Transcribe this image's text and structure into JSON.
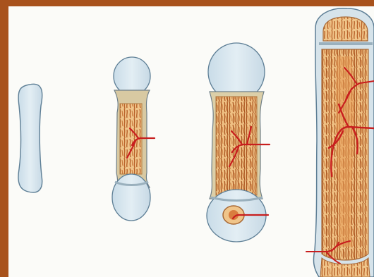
{
  "figure": {
    "stages": [
      {
        "id": "stage-1-cartilage-model"
      },
      {
        "id": "stage-2-primary-ossification-center"
      },
      {
        "id": "stage-3-secondary-ossification-center"
      },
      {
        "id": "stage-4-mature-bone"
      }
    ],
    "colors": {
      "frame": "#a8521c",
      "background": "#fbfbf8",
      "cartilage": "#d6e6ef",
      "cartilage_edge": "#5d7e95",
      "bone_matrix": "#f0c58a",
      "trabeculae": "#b9622a",
      "marrow": "#e59a55",
      "blood_vessel": "#c81e1e"
    }
  }
}
